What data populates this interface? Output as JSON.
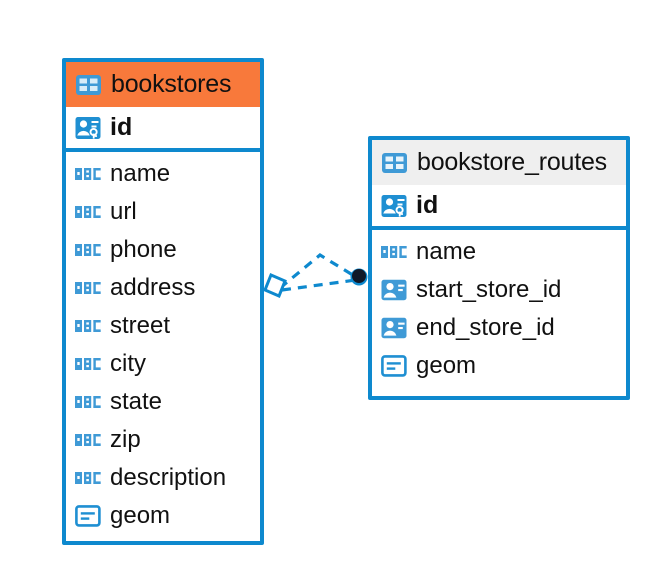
{
  "diagram": {
    "type": "entity-relationship-diagram",
    "background": "#ffffff",
    "accent_color": "#0e89ce",
    "highlight_color": "#f8793b",
    "header_gray": "#efefef",
    "icon_blue": "#3f9ad6",
    "entities": [
      {
        "name": "bookstores",
        "header_color": "#f8793b",
        "header_icon": "table-icon",
        "primary_key": {
          "label": "id",
          "icon": "primary-key-icon"
        },
        "fields": [
          {
            "label": "name",
            "icon": "abc-text-icon"
          },
          {
            "label": "url",
            "icon": "abc-text-icon"
          },
          {
            "label": "phone",
            "icon": "abc-text-icon"
          },
          {
            "label": "address",
            "icon": "abc-text-icon"
          },
          {
            "label": "street",
            "icon": "abc-text-icon"
          },
          {
            "label": "city",
            "icon": "abc-text-icon"
          },
          {
            "label": "state",
            "icon": "abc-text-icon"
          },
          {
            "label": "zip",
            "icon": "abc-text-icon"
          },
          {
            "label": "description",
            "icon": "abc-text-icon"
          },
          {
            "label": "geom",
            "icon": "geometry-icon"
          }
        ]
      },
      {
        "name": "bookstore_routes",
        "header_color": "#efefef",
        "header_icon": "table-icon",
        "primary_key": {
          "label": "id",
          "icon": "primary-key-icon"
        },
        "fields": [
          {
            "label": "name",
            "icon": "abc-text-icon"
          },
          {
            "label": "start_store_id",
            "icon": "foreign-key-icon"
          },
          {
            "label": "end_store_id",
            "icon": "foreign-key-icon"
          },
          {
            "label": "geom",
            "icon": "geometry-icon"
          }
        ]
      }
    ],
    "relationship": {
      "source_marker": "diamond-marker",
      "target_marker": "filled-circle-marker",
      "line_style": "dashed",
      "line_color": "#0e89ce"
    }
  }
}
